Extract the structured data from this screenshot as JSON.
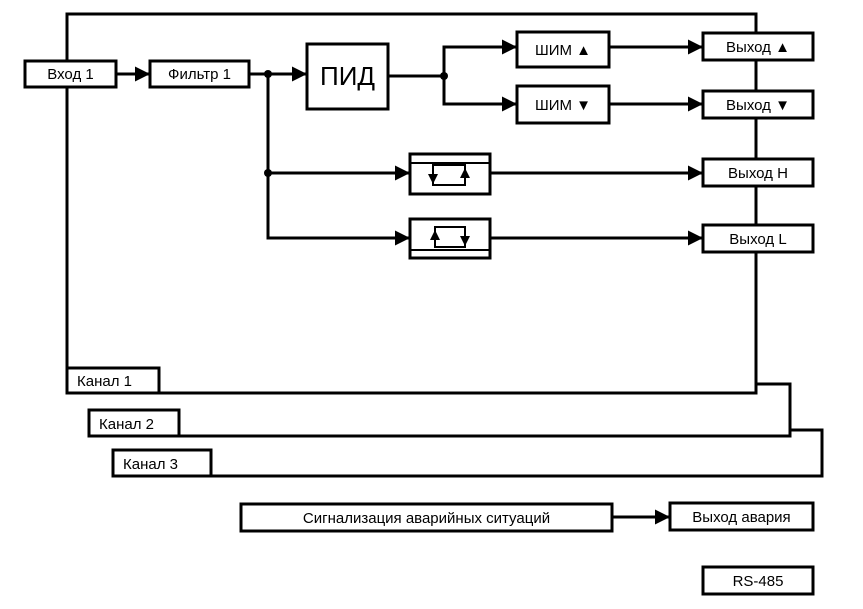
{
  "blocks": {
    "input": "Вход 1",
    "filter": "Фильтр 1",
    "pid": "ПИД",
    "pwm_up": "ШИМ ▲",
    "pwm_down": "ШИМ ▼",
    "out_up": "Выход ▲",
    "out_down": "Выход ▼",
    "out_h": "Выход Н",
    "out_l": "Выход L",
    "alarm": "Сигнализация аварийных ситуаций",
    "alarm_out": "Выход авария",
    "rs485": "RS-485"
  },
  "channels": [
    "Канал 1",
    "Канал 2",
    "Канал 3"
  ]
}
